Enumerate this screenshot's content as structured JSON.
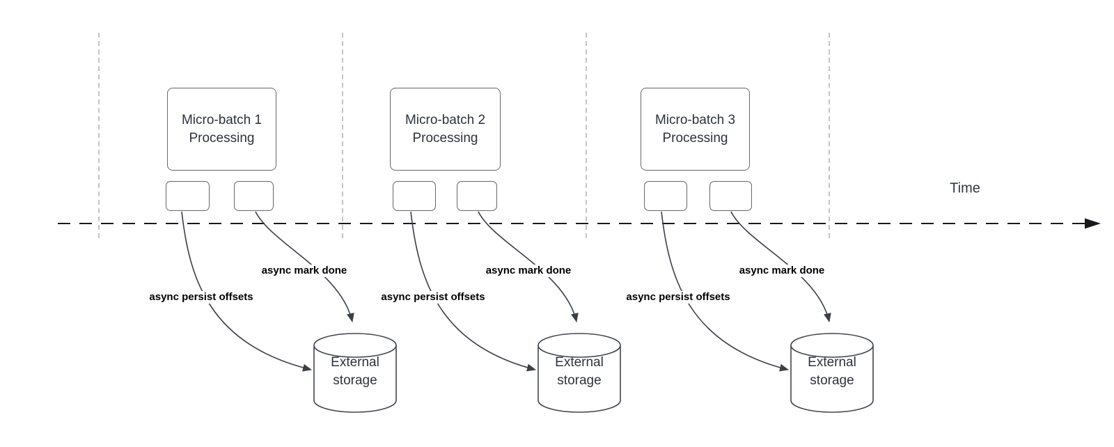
{
  "timeline": {
    "label": "Time"
  },
  "groups": [
    {
      "id": "micro-batch-1",
      "title": "Micro-batch 1\nProcessing",
      "persist_label": "async persist offsets",
      "done_label": "async mark done",
      "storage_label": "External\nstorage"
    },
    {
      "id": "micro-batch-2",
      "title": "Micro-batch 2\nProcessing",
      "persist_label": "async persist offsets",
      "done_label": "async mark done",
      "storage_label": "External\nstorage"
    },
    {
      "id": "micro-batch-3",
      "title": "Micro-batch 3\nProcessing",
      "persist_label": "async persist offsets",
      "done_label": "async mark done",
      "storage_label": "External\nstorage"
    }
  ],
  "colors": {
    "background": "#ffffff",
    "shape_border": "#666666",
    "cylinder_border": "#41454d",
    "connector": "#3b3f48",
    "axis": "#17191d",
    "guide": "#b5b5b5",
    "shape_text": "#2d323b",
    "connector_label_text": "#000000"
  }
}
